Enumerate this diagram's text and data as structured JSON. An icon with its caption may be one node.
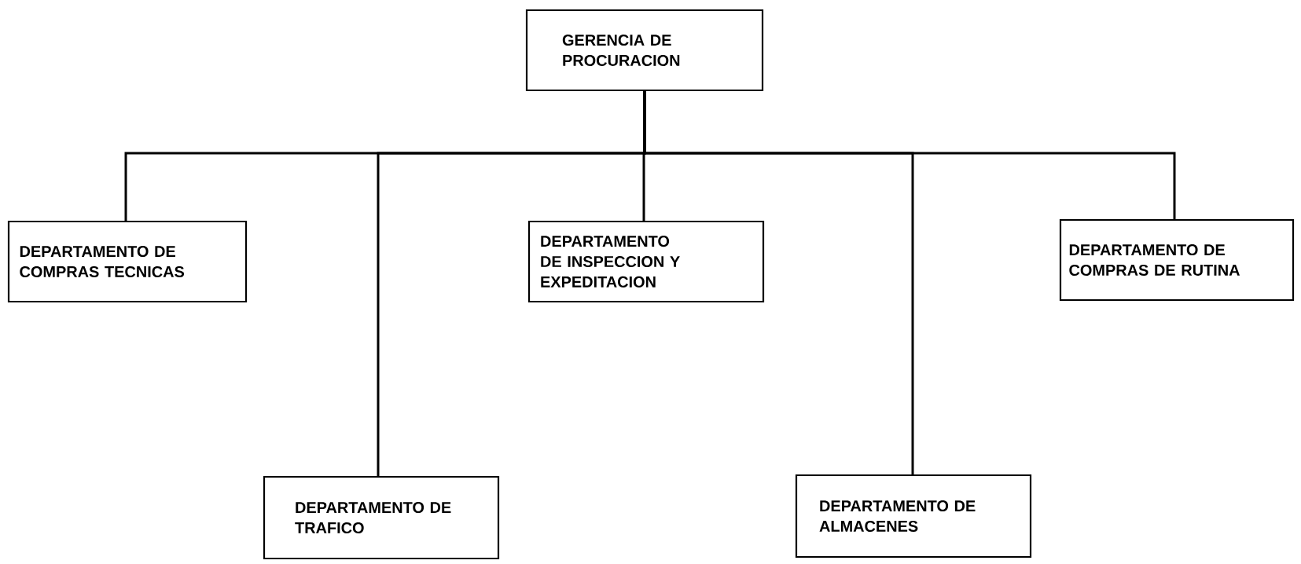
{
  "diagram": {
    "nodes": [
      {
        "text": [
          "GERENCIA DE PROCURACION"
        ]
      },
      {
        "text": [
          "DEPARTAMENTO DE COMPRAS TECNICAS"
        ]
      },
      {
        "text": [
          "DEPARTAMENTO DE TRAFICO"
        ]
      },
      {
        "text": [
          "DEPARTAMENTO DE INSPECCION Y EXPEDITACION"
        ]
      },
      {
        "text": [
          "DEPARTAMENTO DE ALMACENES"
        ]
      },
      {
        "text": [
          "DEPARTAMENTO DE COMPRAS DE RUTINA"
        ]
      }
    ],
    "edges": [
      {
        "from": 0,
        "to": 1,
        "arrow": "none"
      },
      {
        "from": 0,
        "to": 2,
        "arrow": "none"
      },
      {
        "from": 0,
        "to": 3,
        "arrow": "none"
      },
      {
        "from": 0,
        "to": 4,
        "arrow": "none"
      },
      {
        "from": 0,
        "to": 5,
        "arrow": "none"
      }
    ]
  }
}
